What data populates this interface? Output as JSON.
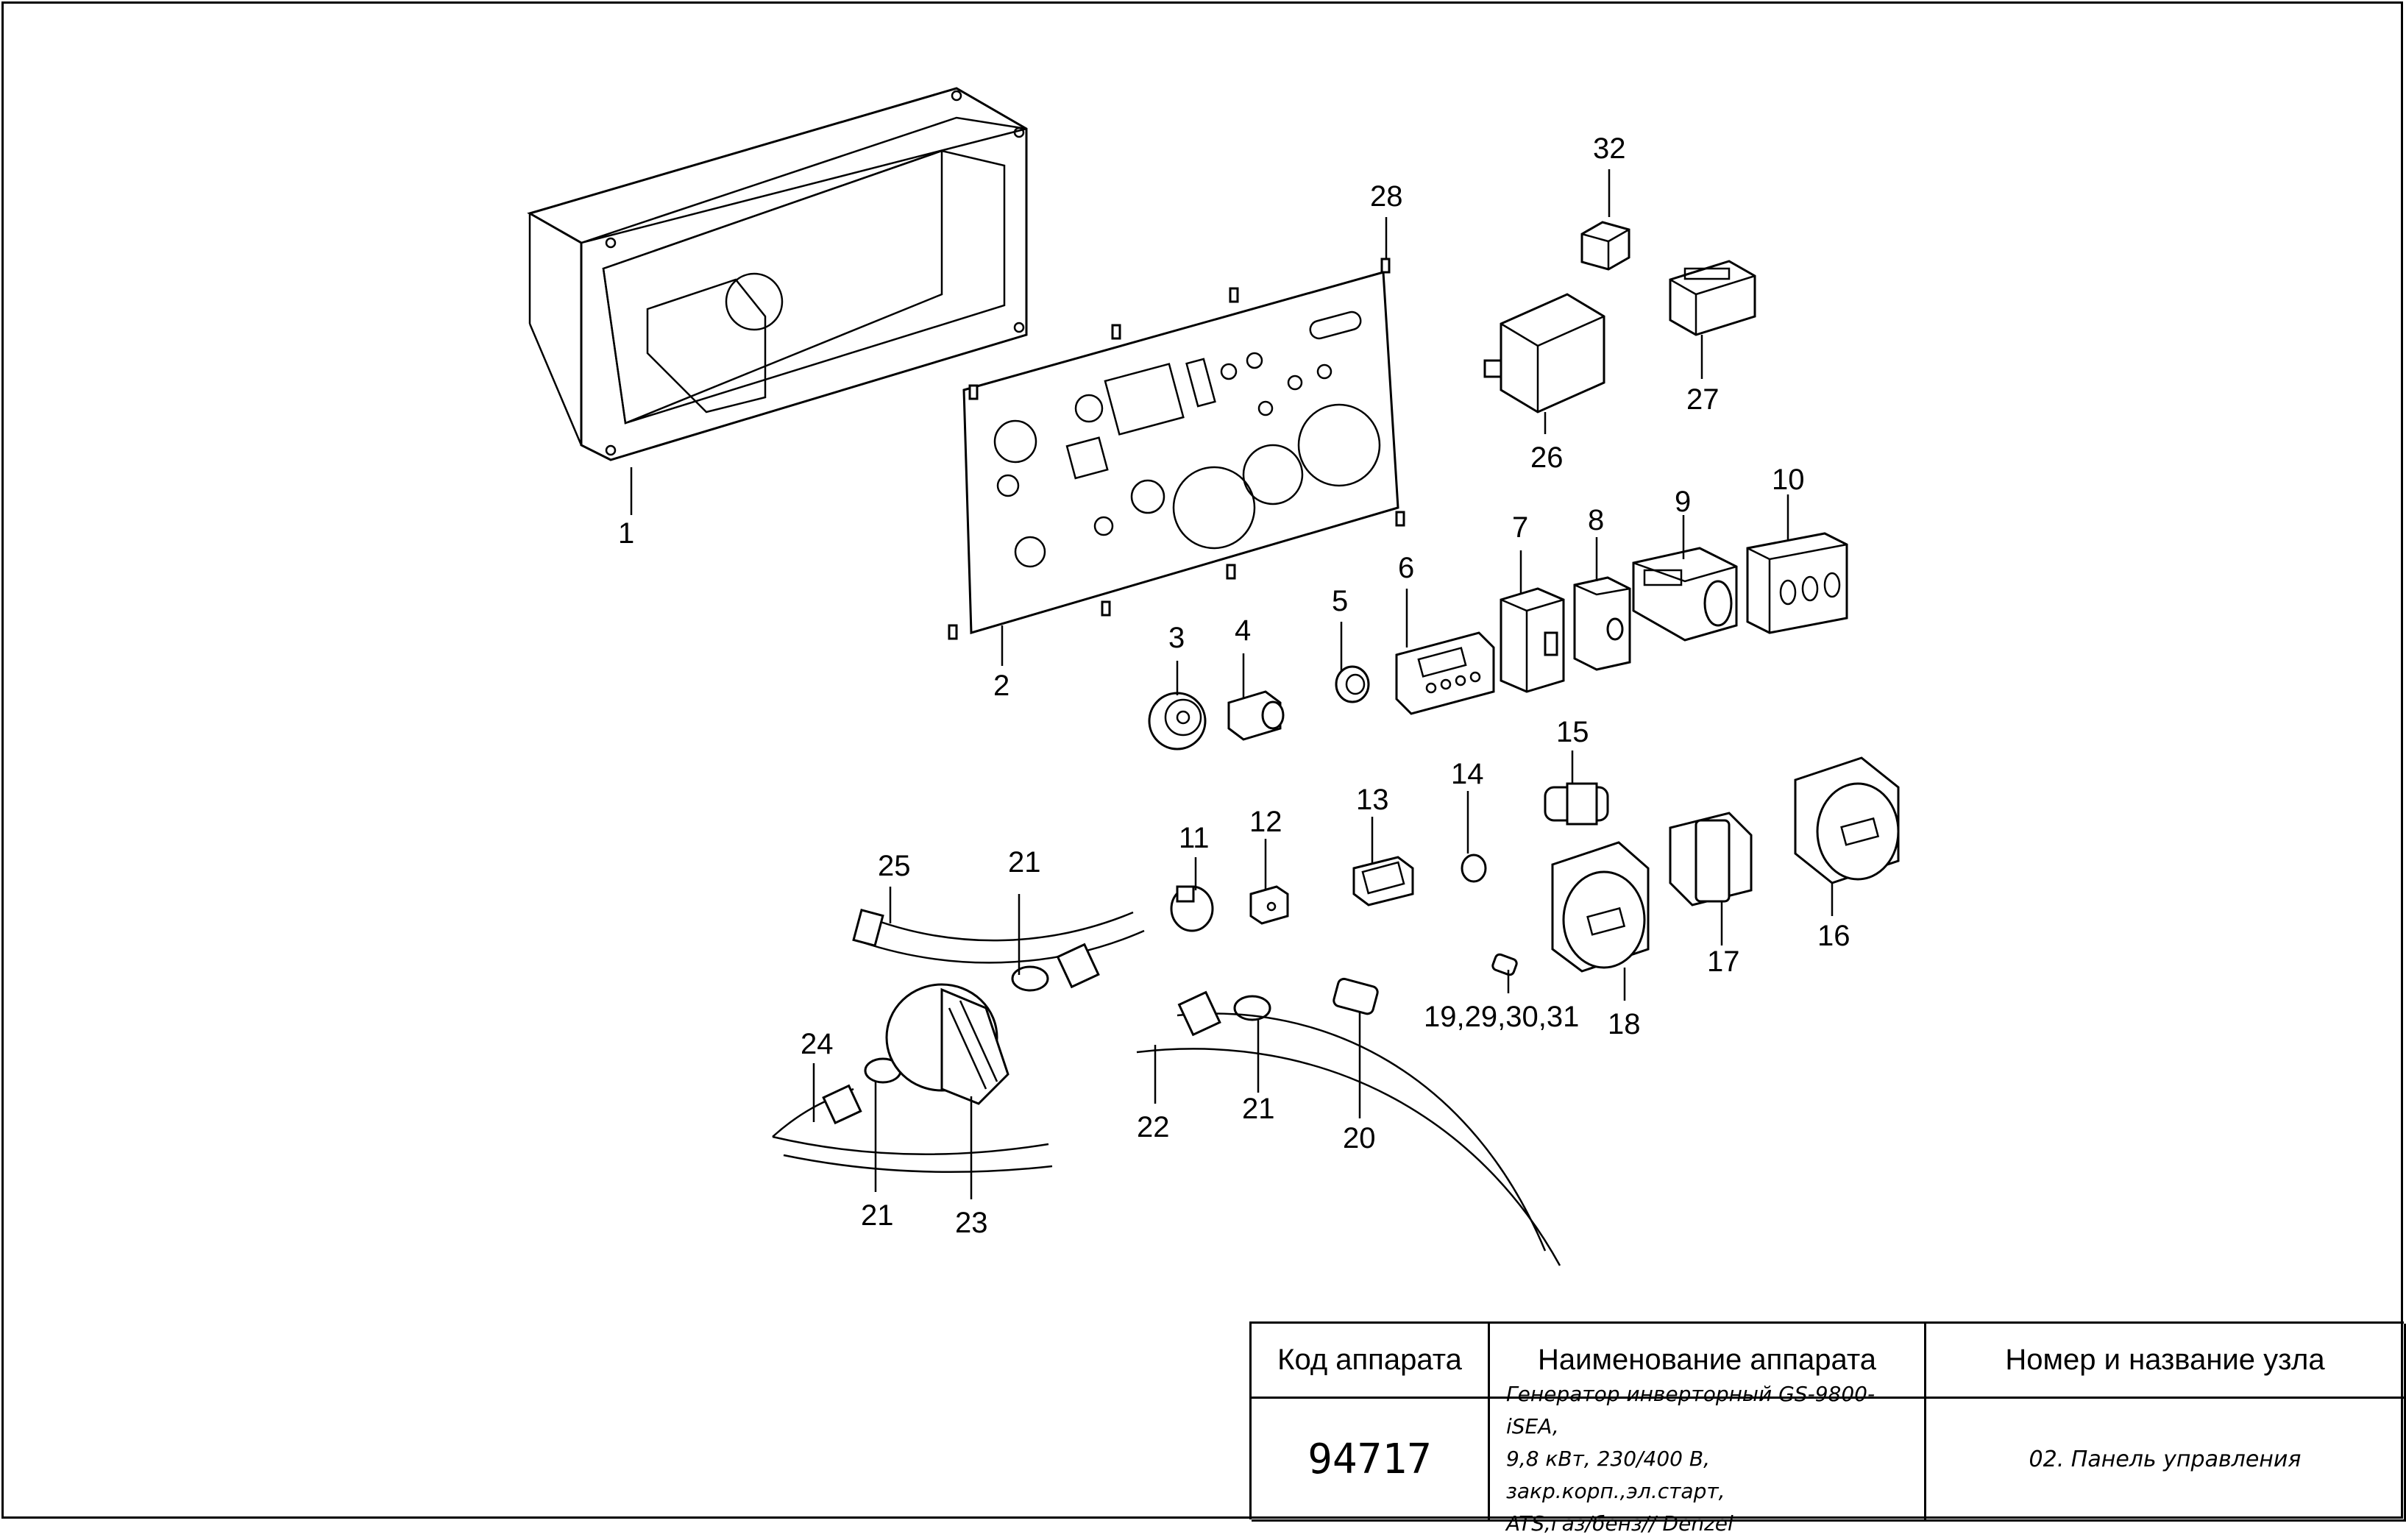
{
  "diagram": {
    "callouts": {
      "c1": "1",
      "c2": "2",
      "c3": "3",
      "c4": "4",
      "c5": "5",
      "c6": "6",
      "c7": "7",
      "c8": "8",
      "c9": "9",
      "c10": "10",
      "c11": "11",
      "c12": "12",
      "c13": "13",
      "c14": "14",
      "c15": "15",
      "c16": "16",
      "c17": "17",
      "c18": "18",
      "c19": "19,29,30,31",
      "c20": "20",
      "c21a": "21",
      "c21b": "21",
      "c21c": "21",
      "c22": "22",
      "c23": "23",
      "c24": "24",
      "c25": "25",
      "c26": "26",
      "c27": "27",
      "c28": "28",
      "c32": "32"
    }
  },
  "title_block": {
    "header_code": "Код аппарата",
    "header_name": "Наименование аппарата",
    "header_node": "Номер и название узла",
    "code": "94717",
    "name": "Генератор инверторный GS-9800-iSEA,\n9,8 кВт, 230/400 В, закр.корп.,эл.старт,\nATS,газ/бенз// Denzel",
    "node": "02. Панель управления"
  }
}
